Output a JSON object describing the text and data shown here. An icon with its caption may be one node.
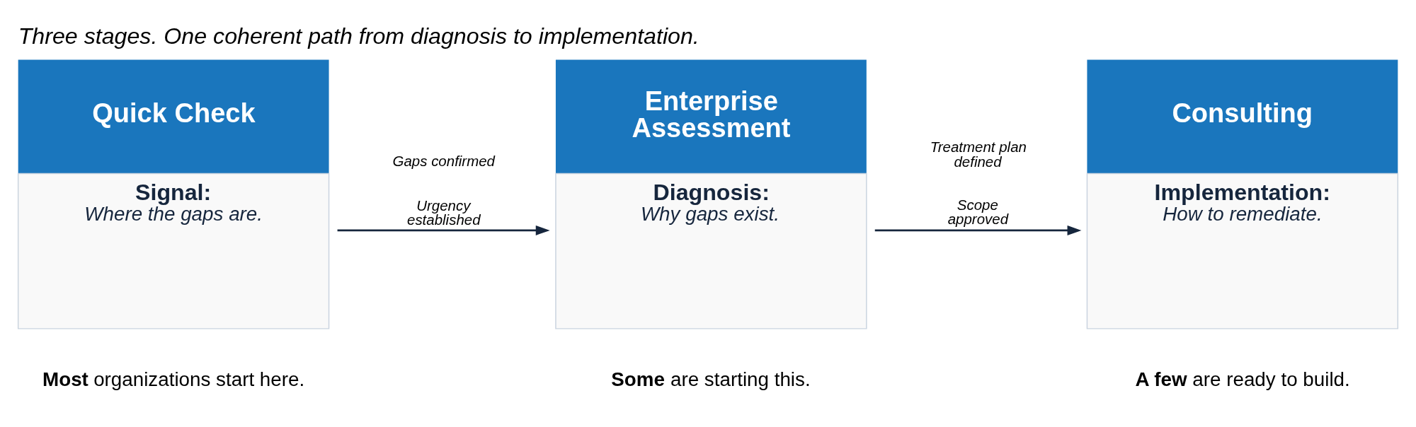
{
  "diagram": {
    "title": "Three stages. One coherent path from diagnosis to implementation.",
    "nodes": [
      {
        "text": [
          "Quick Check",
          "Signal:",
          "Where the gaps are."
        ],
        "beside": [
          "**Most** organizations start here."
        ]
      },
      {
        "text": [
          "Enterprise Assessment",
          "Diagnosis:",
          "Why gaps exist."
        ],
        "beside": [
          "**Some** are starting this."
        ]
      },
      {
        "text": [
          "Consulting",
          "Implementation:",
          "How to remediate."
        ],
        "beside": [
          "**A few** are ready to build."
        ]
      }
    ],
    "edges": [
      {
        "from": 0,
        "to": 1,
        "arrow": "to",
        "label": "Gaps confirmed"
      },
      {
        "from": 1,
        "to": 2,
        "arrow": "to",
        "label": "Treatment plan defined"
      }
    ],
    "labels": [
      "Urgency established",
      "Scope approved"
    ]
  }
}
